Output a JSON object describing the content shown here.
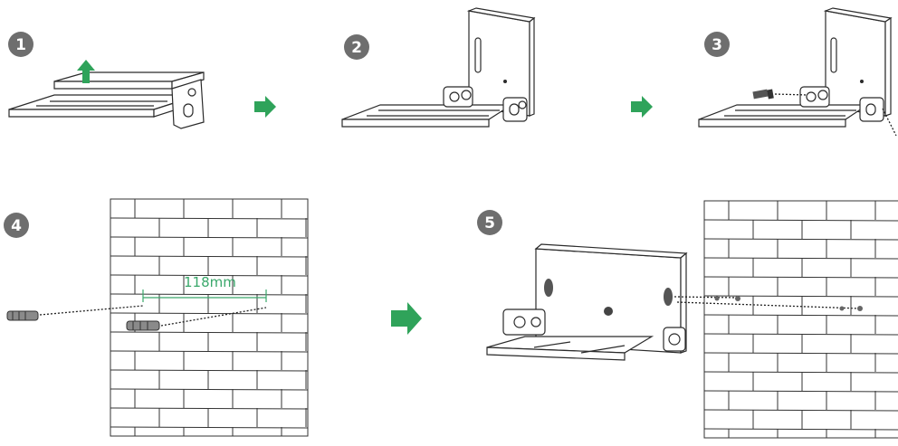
{
  "steps": [
    {
      "number": "1"
    },
    {
      "number": "2"
    },
    {
      "number": "3"
    },
    {
      "number": "4"
    },
    {
      "number": "5"
    }
  ],
  "dimension": {
    "label": "118mm"
  },
  "colors": {
    "badge": "#6e6e6e",
    "accent_green": "#2fa35a",
    "dimension_green": "#3aa86b",
    "line": "#2b2b2b"
  },
  "icons": [
    "step-badge",
    "green-up-arrow-icon",
    "green-right-arrow-icon",
    "screw-icon",
    "wall-anchor-icon",
    "brick-wall"
  ]
}
